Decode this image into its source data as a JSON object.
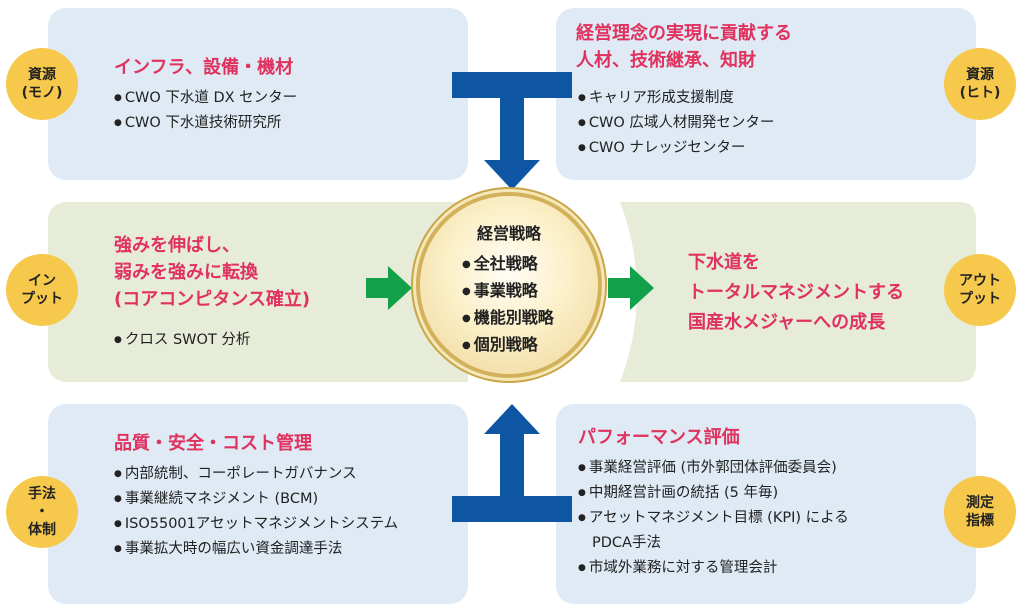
{
  "resource_mono": {
    "badge": [
      "資源",
      "(モノ)"
    ],
    "title": "インフラ、設備・機材",
    "items": [
      "CWO 下水道 DX センター",
      "CWO 下水道技術研究所"
    ]
  },
  "resource_hito": {
    "badge": [
      "資源",
      "(ヒト)"
    ],
    "title_lines": [
      "経営理念の実現に貢献する",
      "人材、技術継承、知財"
    ],
    "items": [
      "キャリア形成支援制度",
      "CWO 広域人材開発センター",
      "CWO ナレッジセンター"
    ]
  },
  "input": {
    "badge": [
      "イン",
      "プット"
    ],
    "title_lines": [
      "強みを伸ばし、",
      "弱みを強みに転換",
      "(コアコンピタンス確立)"
    ],
    "items": [
      "クロス SWOT 分析"
    ]
  },
  "output": {
    "badge": [
      "アウト",
      "プット"
    ],
    "text_lines": [
      "下水道を",
      "トータルマネジメントする",
      "国産水メジャーへの成長"
    ]
  },
  "method": {
    "badge": [
      "手法",
      "・",
      "体制"
    ],
    "title": "品質・安全・コスト管理",
    "items": [
      "内部統制、コーポレートガバナンス",
      "事業継続マネジメント (BCM)",
      "ISO55001アセットマネジメントシステム",
      "事業拡大時の幅広い資金調達手法"
    ]
  },
  "measure": {
    "badge": [
      "測定",
      "指標"
    ],
    "title": "パフォーマンス評価",
    "items": [
      "事業経営評価 (市外郭団体評価委員会)",
      "中期経営計画の統括 (5 年毎)",
      "アセットマネジメント目標 (KPI) による",
      "PDCA手法",
      "市域外業務に対する管理会計"
    ]
  },
  "strategy": {
    "title": "経営戦略",
    "items": [
      "全社戦略",
      "事業戦略",
      "機能別戦略",
      "個別戦略"
    ]
  },
  "colors": {
    "title_accent": "#e0325f",
    "badge": "#f6c84c",
    "arrow_blue": "#0e56a3",
    "arrow_green": "#12a04a"
  }
}
